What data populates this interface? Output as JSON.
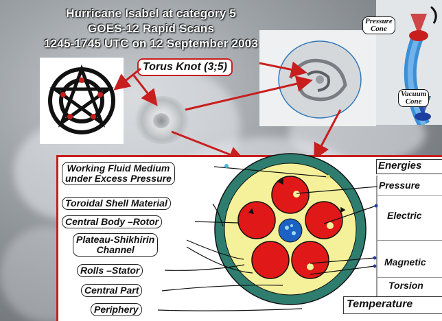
{
  "title": {
    "line1": "Hurricane Isabel at category 5",
    "line2": "GOES-12 Rapid Scans",
    "line3": "1245-1745 UTC on 12 September 2003"
  },
  "torus_label": "Torus Knot (3;5)",
  "pressure_cone": {
    "line1": "Pressure",
    "line2": "Cone"
  },
  "vacuum_cone": {
    "line1": "Vacuum",
    "line2": "Cone"
  },
  "left_labels": {
    "working_fluid_1": "Working Fluid Medium",
    "working_fluid_2": "under Excess Pressure",
    "toroidal_shell": "Toroidal Shell Material",
    "central_body": "Central Body –Rotor",
    "plateau_1": "Plateau-Shikhirin",
    "plateau_2": "Channel",
    "rolls": "Rolls –Stator",
    "central_part": "Central Part",
    "periphery": "Periphery"
  },
  "right_labels": {
    "energies": "Energies",
    "pressure": "Pressure",
    "electric": "Electric",
    "magnetic": "Magnetic",
    "torsion": "Torsion",
    "temperature": "Temperature"
  },
  "colors": {
    "accent_red": "#c81e1e",
    "shell_green": "#2e7d6e",
    "fluid_yellow": "#f4f19a",
    "roller_red": "#e01818",
    "rotor_blue": "#1c62c4"
  }
}
